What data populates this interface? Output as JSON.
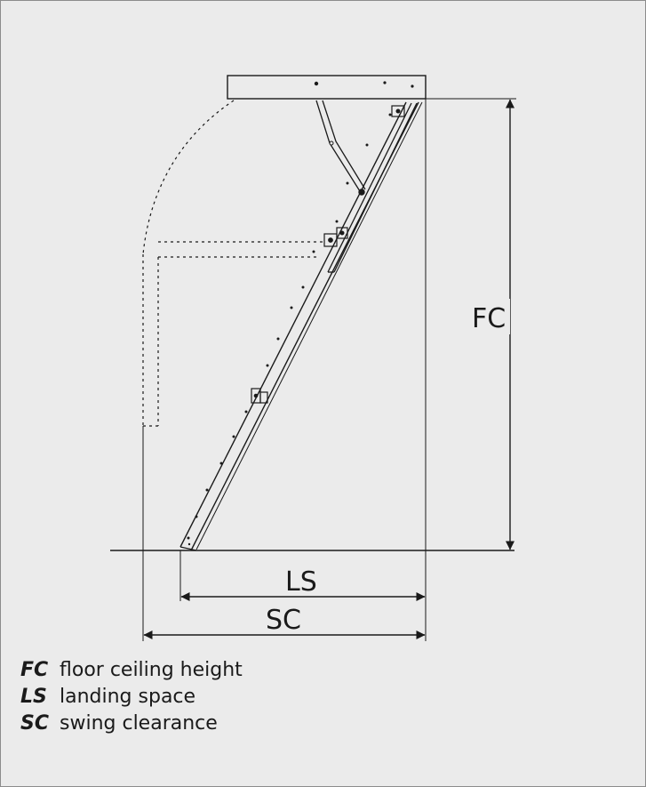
{
  "diagram": {
    "labels": {
      "fc": "FC",
      "ls": "LS",
      "sc": "SC"
    }
  },
  "legend": [
    {
      "abbr": "FC",
      "text": "floor ceiling height"
    },
    {
      "abbr": "LS",
      "text": "landing space"
    },
    {
      "abbr": "SC",
      "text": "swing clearance"
    }
  ],
  "colors": {
    "background": "#ebebeb",
    "line": "#1a1a1a",
    "border": "#8c8c8c"
  }
}
